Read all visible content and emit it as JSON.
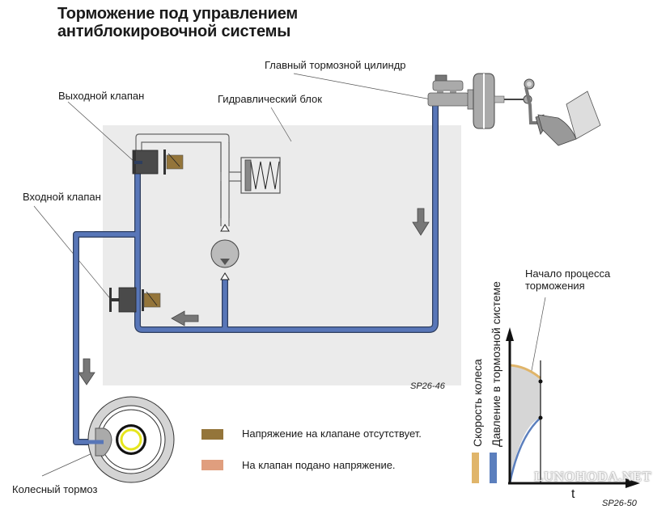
{
  "title": {
    "line1": "Торможение под управлением",
    "line2": "антиблокировочной системы"
  },
  "labels": {
    "master_cylinder": "Главный тормозной цилиндр",
    "outlet_valve": "Выходной клапан",
    "hydraulic_unit": "Гидравлический блок",
    "inlet_valve": "Входной клапан",
    "wheel_brake": "Колесный тормоз"
  },
  "figure_codes": {
    "left": "SP26-46",
    "right": "SP26-50"
  },
  "legend": [
    {
      "label": "Напряжение на клапане отсутствует.",
      "color": "#94753a"
    },
    {
      "label": "На клапан подано напряжение.",
      "color": "#e09e7e"
    }
  ],
  "graph": {
    "annotation_line1": "Начало процесса",
    "annotation_line2": "торможения",
    "y_label_wheel_speed": "Скорость колеса",
    "y_label_pressure": "Давление в тормозной системе",
    "x_label": "t",
    "wheel_speed_color": "#e0b56a",
    "pressure_color": "#5b7fbd"
  },
  "watermark": "LUNOHODA.NET",
  "colors": {
    "pipe": "#5876b8",
    "unit_bg": "#ebebeb",
    "valve_body": "#4a4a4a",
    "coil": "#94753a",
    "arrow": "#777777"
  }
}
